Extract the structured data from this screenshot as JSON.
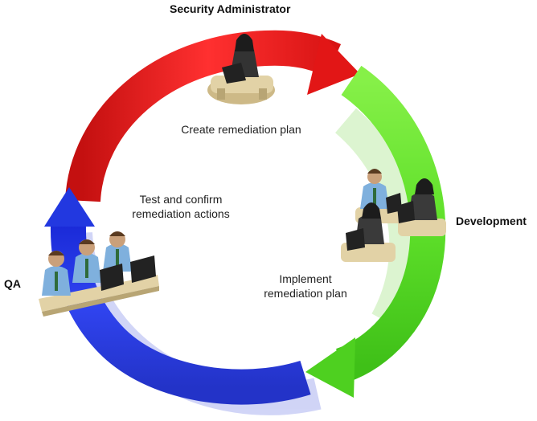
{
  "roles": {
    "security_admin": "Security Administrator",
    "development": "Development",
    "qa": "QA"
  },
  "steps": {
    "create": [
      "Create remediation plan"
    ],
    "test": [
      "Test and confirm",
      "remediation actions"
    ],
    "implement": [
      "Implement",
      "remediation plan"
    ]
  },
  "colors": {
    "red_arrow": "#ee1c1c",
    "green_arrow": "#5fe02a",
    "blue_arrow": "#1d2fe0",
    "desk": "#d9c79a",
    "monitor": "#2a2a2a",
    "shirt_blue": "#7fb0dd",
    "suit_dark": "#3a3a3a"
  },
  "icons": [
    "worker-at-desk-icon",
    "team-at-desks-icon",
    "cycle-arrow-icon"
  ]
}
